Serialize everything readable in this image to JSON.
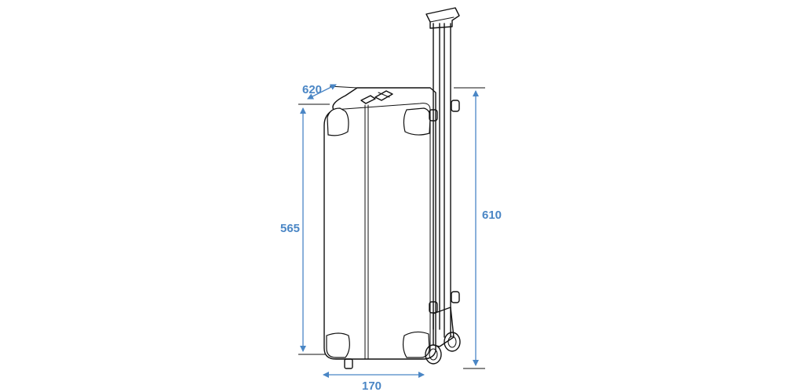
{
  "colors": {
    "dimension": "#4a86c5",
    "outline": "#111111"
  },
  "dimensions": {
    "depth": "620",
    "case_height": "565",
    "total_height": "610",
    "width": "170"
  }
}
